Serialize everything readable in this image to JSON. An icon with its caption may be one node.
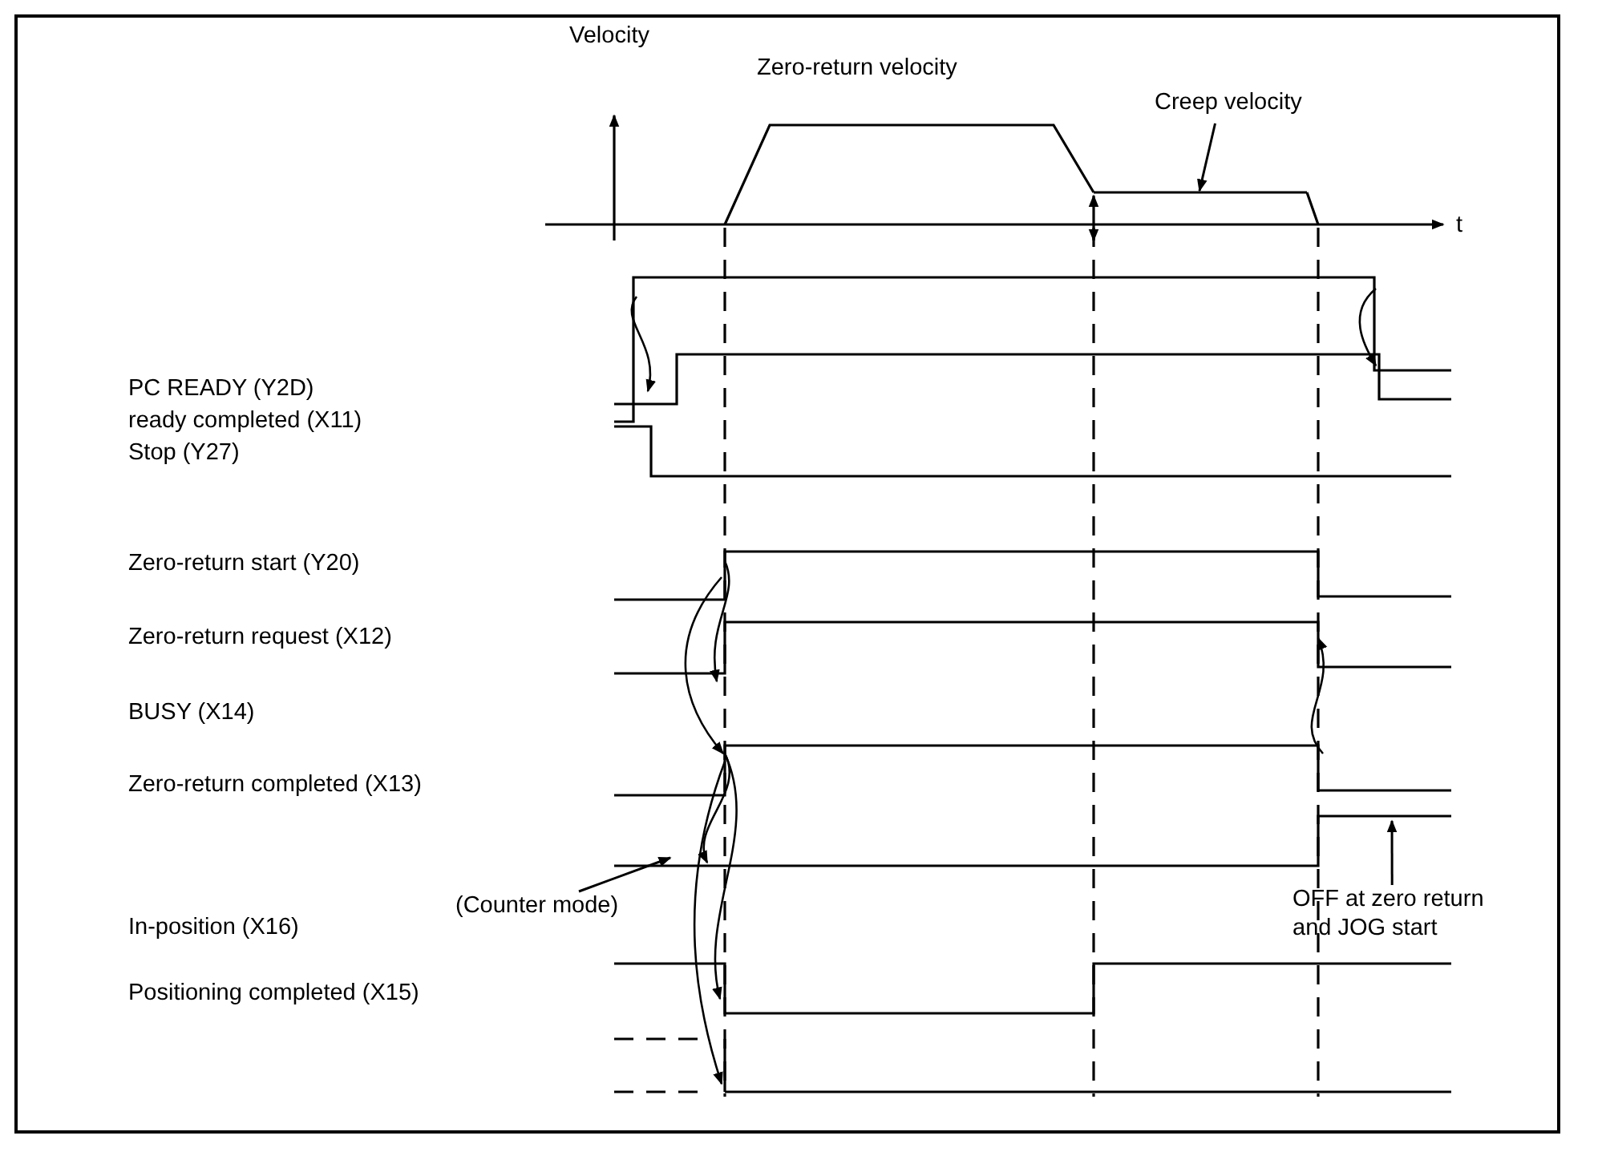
{
  "diagram": {
    "nodes": [
      {
        "text": [
          "Creep velocity"
        ]
      },
      {
        "text": [
          "(Counter mode)"
        ]
      },
      {
        "text": [
          "OFF at zero return and JOG start"
        ]
      },
      {
        "text": [],
        "shape": "bar"
      }
    ],
    "edges": [
      {
        "from": 0,
        "to": 3,
        "arrow": "to"
      },
      {
        "from": 1,
        "to": null,
        "arrow": "to"
      },
      {
        "from": 2,
        "to": null,
        "arrow": "to"
      }
    ],
    "labels": [
      "Velocity",
      "Zero-return velocity",
      "t",
      "PC READY (Y2D)",
      "ready completed (X11)",
      "Stop (Y27)",
      "Zero-return start (Y20)",
      "Zero-return request (X12)",
      "BUSY (X14)",
      "Zero-return completed (X13)",
      "In-position (X16)",
      "Positioning completed (X15)"
    ]
  }
}
